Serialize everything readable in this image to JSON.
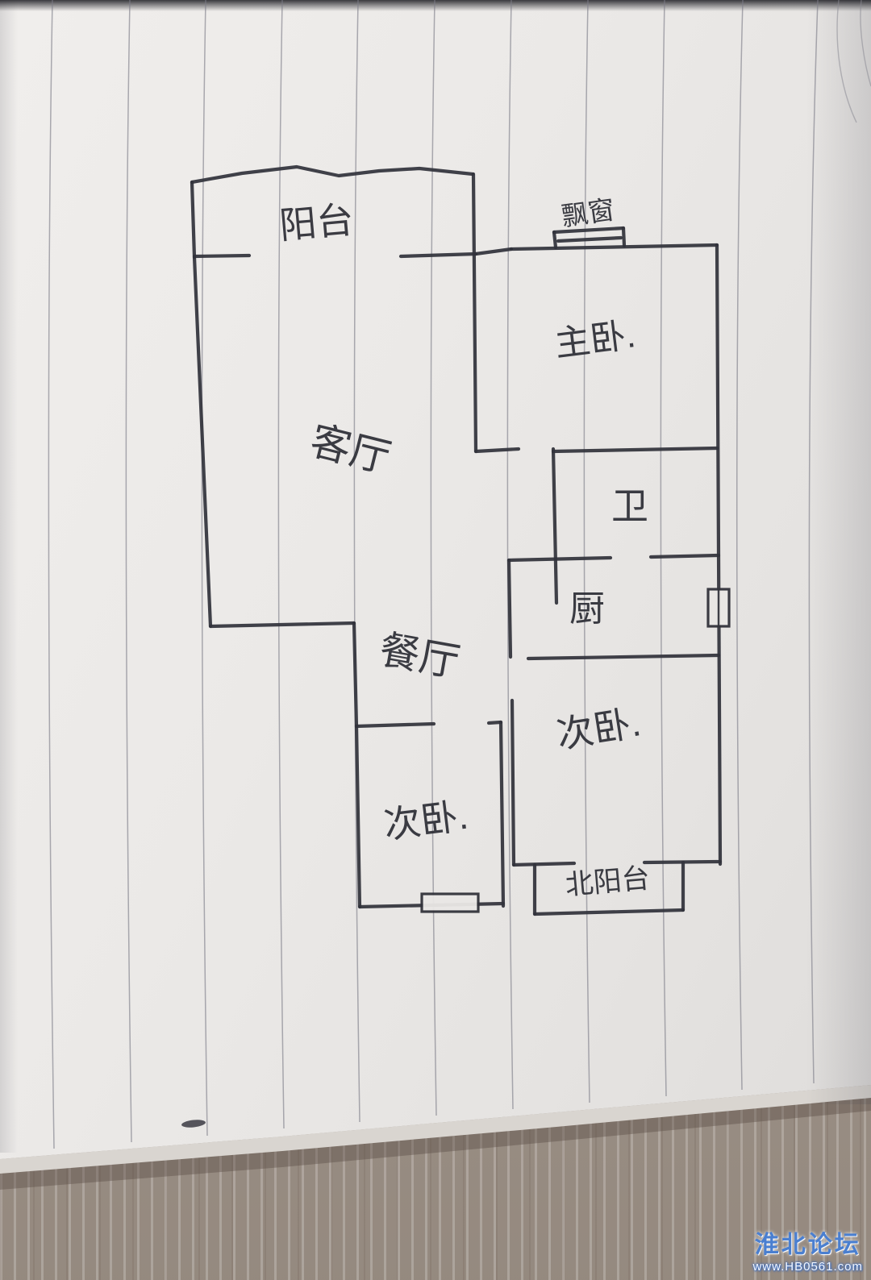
{
  "floor_plan": {
    "labels": {
      "south_balcony": "阳台",
      "bay_window": "飘窗",
      "master_bedroom": "主卧.",
      "living_room": "客厅",
      "bathroom": "卫",
      "kitchen": "厨",
      "dining_room": "餐厅",
      "second_bedroom_right": "次卧.",
      "second_bedroom_left": "次卧.",
      "north_balcony": "北阳台"
    },
    "ink_color": "#32333b",
    "paper_color": "#ebe9e7"
  },
  "watermark": {
    "site_name": "淮北论坛",
    "site_url": "www.HB0561.com",
    "accent_color": "#4a7fd0"
  }
}
